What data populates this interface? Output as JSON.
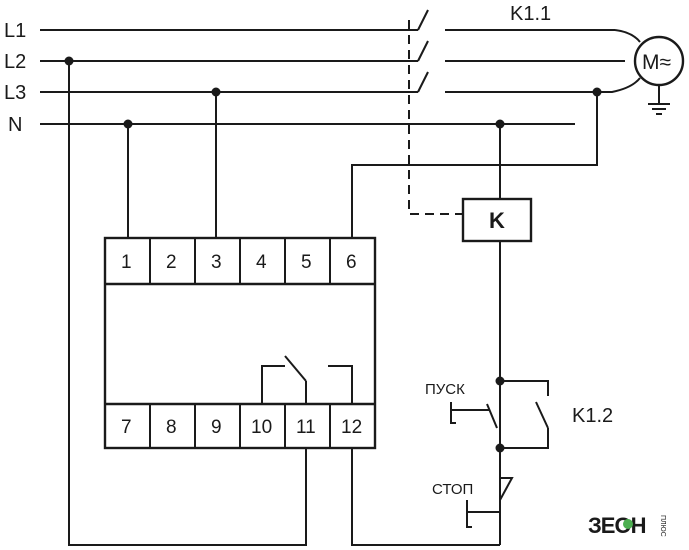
{
  "lines": {
    "l1": "L1",
    "l2": "L2",
    "l3": "L3",
    "n": "N"
  },
  "contactor": {
    "k_main": "K1.1",
    "k_aux": "K1.2",
    "coil": "K"
  },
  "motor": {
    "label": "M≈"
  },
  "relay": {
    "top_terminals": [
      "1",
      "2",
      "3",
      "4",
      "5",
      "6"
    ],
    "bottom_terminals": [
      "7",
      "8",
      "9",
      "10",
      "11",
      "12"
    ]
  },
  "buttons": {
    "start": "ПУСК",
    "stop": "СТОП"
  },
  "logo": {
    "text": "ЗЕОН",
    "sub": "ПЛЮС"
  }
}
